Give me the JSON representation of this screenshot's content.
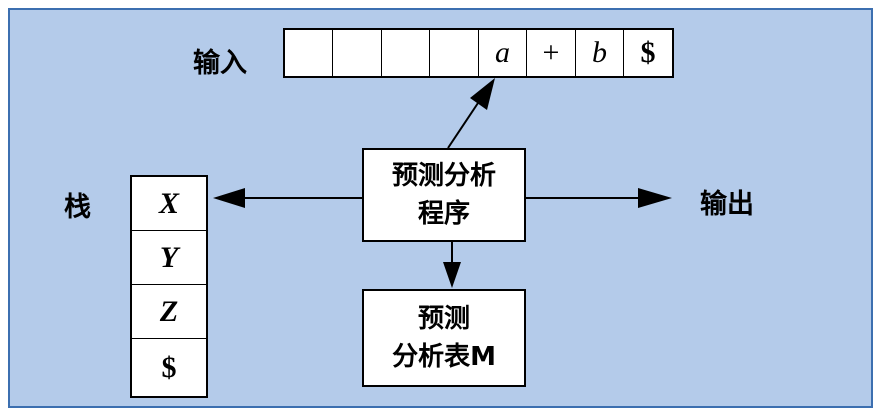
{
  "labels": {
    "input": "输入",
    "stack": "栈",
    "output": "输出"
  },
  "input_tape": [
    "",
    "",
    "",
    "",
    "a",
    "+",
    "b",
    "$"
  ],
  "stack_cells": [
    "X",
    "Y",
    "Z",
    "$"
  ],
  "program_box": {
    "line1": "预测分析",
    "line2": "程序"
  },
  "table_box": {
    "line1": "预测",
    "line2": "分析表M"
  },
  "colors": {
    "panel": "#b4cbea",
    "border": "#3c6fb0"
  }
}
